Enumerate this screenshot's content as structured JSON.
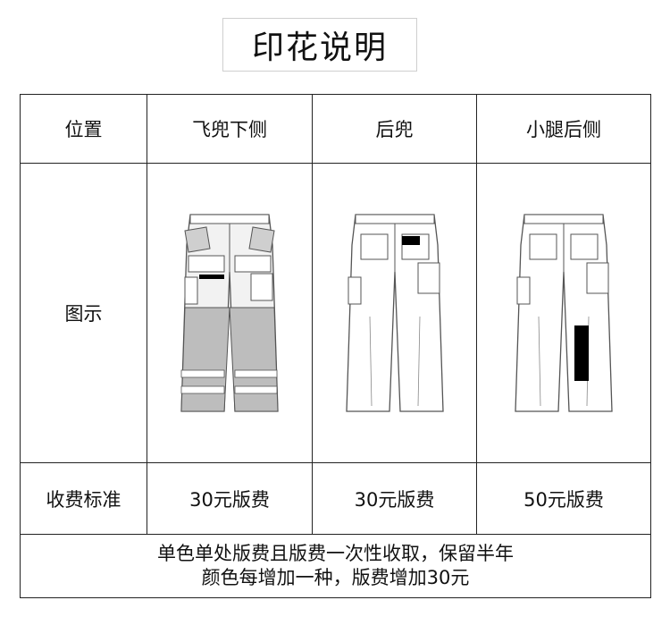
{
  "title": "印花说明",
  "table": {
    "header": [
      "位置",
      "飞兜下侧",
      "后兜",
      "小腿后侧"
    ],
    "illustration_label": "图示",
    "fee_label": "收费标准",
    "fees": [
      "30元版费",
      "30元版费",
      "50元版费"
    ],
    "notes": [
      "单色单处版费且版费一次性收取，保留半年",
      "颜色每增加一种，版费增加30元"
    ]
  },
  "illustrations": [
    {
      "view": "front",
      "mark": "below-flap-pocket",
      "fill": "#bdbdbd",
      "stripe": "#ffffff",
      "mark_color": "#000000"
    },
    {
      "view": "back",
      "mark": "back-pocket",
      "fill": "#ffffff",
      "mark_color": "#000000"
    },
    {
      "view": "back",
      "mark": "calf-back",
      "fill": "#ffffff",
      "mark_color": "#000000"
    }
  ]
}
